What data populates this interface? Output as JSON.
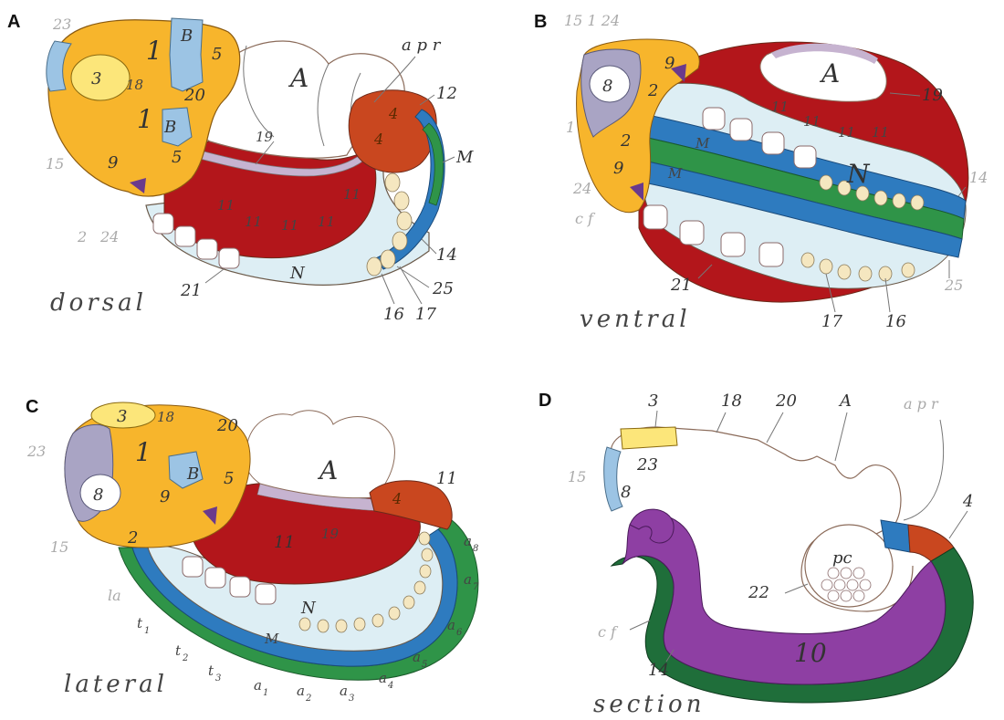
{
  "colors": {
    "yellow_orange": "#F7B52C",
    "pale_yellow": "#FCE67A",
    "light_blue": "#9CC4E4",
    "dark_red": "#B3161B",
    "red_orange": "#C9471F",
    "blue_band": "#2E7BBF",
    "green_band": "#2F9448",
    "pale_cyan": "#DDEEF4",
    "lilac": "#C6B3D0",
    "purple": "#8E3FA3",
    "dark_green": "#1F6E3A",
    "cream": "#F5E7C0",
    "gray_violet": "#A9A4C4"
  },
  "panels": [
    {
      "letter": "A",
      "view": "dorsal",
      "labels": {
        "n23": "23",
        "B": "B",
        "n1a": "1",
        "n5a": "5",
        "n3": "3",
        "n18": "18",
        "n20": "20",
        "n1b": "1",
        "Bb": "B",
        "n15": "15",
        "n9": "9",
        "n5b": "5",
        "n2": "2",
        "n24": "24",
        "A": "A",
        "apr": "a p r",
        "n12": "12",
        "n4a": "4",
        "n4b": "4",
        "M": "M",
        "n19": "19",
        "n14": "14",
        "n25": "25",
        "n16": "16",
        "n17": "17",
        "n21": "21",
        "N": "N",
        "n11a": "11",
        "n11b": "11",
        "n11c": "11",
        "n11d": "11",
        "n11e": "11"
      }
    },
    {
      "letter": "B",
      "view": "ventral",
      "labels": {
        "top": "15  1  24",
        "n9": "9",
        "n8": "8",
        "n2a": "2",
        "n1": "1",
        "n2b": "2",
        "n9b": "9",
        "n24": "24",
        "cf": "c f",
        "A": "A",
        "n19": "19",
        "N": "N",
        "n14": "14",
        "n21": "21",
        "n17": "17",
        "n16": "16",
        "n25": "25",
        "M1": "M",
        "M2": "M",
        "n11a": "11",
        "n11b": "11",
        "n11c": "11",
        "n11d": "11"
      }
    },
    {
      "letter": "C",
      "view": "lateral",
      "labels": {
        "n3": "3",
        "n18": "18",
        "n20": "20",
        "n23": "23",
        "n1": "1",
        "B": "B",
        "n5": "5",
        "n8": "8",
        "n9": "9",
        "n2": "2",
        "n15": "15",
        "A": "A",
        "n11": "11",
        "n4": "4",
        "n19": "19",
        "N": "N",
        "M": "M",
        "la": "la",
        "t1": "t",
        "t2": "t",
        "t3": "t",
        "a1": "a",
        "a2": "a",
        "a3": "a",
        "a4": "a",
        "a5": "a",
        "a6": "a",
        "a7": "a",
        "a8": "a",
        "n11b": "11",
        "sub1": "1",
        "sub2": "2",
        "sub3": "3",
        "sub4": "4",
        "sub5": "5",
        "sub6": "6",
        "sub7": "7",
        "sub8": "8"
      }
    },
    {
      "letter": "D",
      "view": "section",
      "labels": {
        "n3": "3",
        "n18": "18",
        "n20": "20",
        "A": "A",
        "apr": "a p r",
        "n15": "15",
        "n23": "23",
        "n8": "8",
        "n4": "4",
        "pc": "pc",
        "n22": "22",
        "cf": "c f",
        "n14": "14",
        "n10": "10"
      }
    }
  ]
}
